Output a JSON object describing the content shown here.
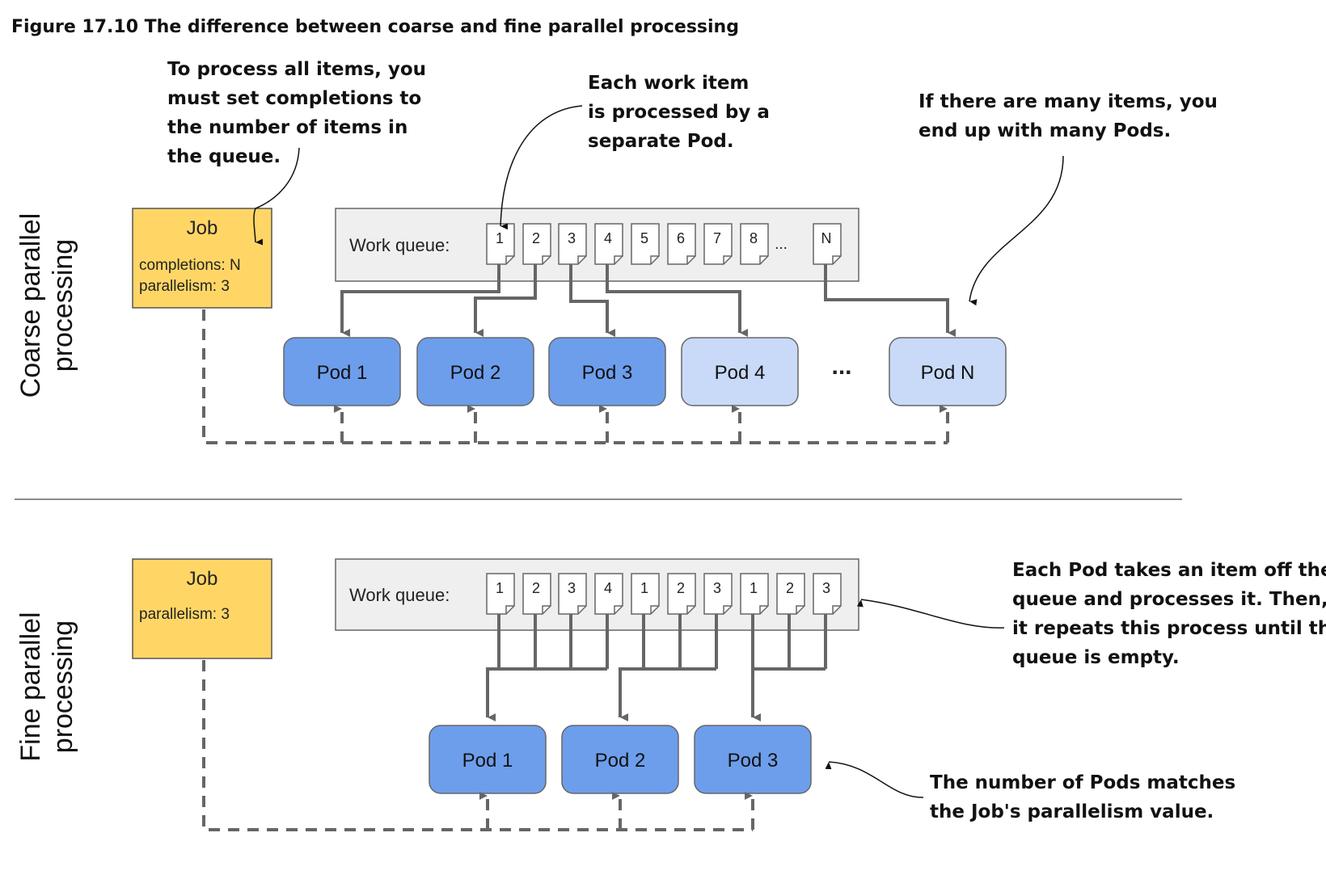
{
  "figure_caption": "Figure 17.10 The difference between coarse and fine parallel processing",
  "colors": {
    "job_fill": "#FFD666",
    "job_stroke": "#555555",
    "pod_active": "#6D9EEB",
    "pod_idle": "#C9DAF8",
    "queue_fill": "#EFEFEF",
    "connector": "#666666"
  },
  "coarse": {
    "side_label_line1": "Coarse parallel",
    "side_label_line2": "processing",
    "job": {
      "title": "Job",
      "line1": "completions: N",
      "line2": "parallelism: 3"
    },
    "work_queue_label": "Work queue:",
    "items": [
      "1",
      "2",
      "3",
      "4",
      "5",
      "6",
      "7",
      "8",
      "N"
    ],
    "items_ellipsis": "...",
    "pods": [
      {
        "label": "Pod 1",
        "state": "active"
      },
      {
        "label": "Pod 2",
        "state": "active"
      },
      {
        "label": "Pod 3",
        "state": "active"
      },
      {
        "label": "Pod 4",
        "state": "idle"
      },
      {
        "label": "Pod N",
        "state": "idle"
      }
    ],
    "pods_ellipsis": "...",
    "notes": {
      "completions": [
        "To process all items, you",
        "must set completions to",
        "the number of items in",
        "the queue."
      ],
      "each_item": [
        "Each work item",
        "is processed by a",
        "separate Pod."
      ],
      "many_items": [
        "If there are many items, you",
        "end up with many Pods."
      ]
    }
  },
  "fine": {
    "side_label_line1": "Fine parallel",
    "side_label_line2": "processing",
    "job": {
      "title": "Job",
      "line1": "parallelism: 3"
    },
    "work_queue_label": "Work queue:",
    "items": [
      "1",
      "2",
      "3",
      "4",
      "1",
      "2",
      "3",
      "1",
      "2",
      "3"
    ],
    "pods": [
      {
        "label": "Pod 1",
        "state": "active"
      },
      {
        "label": "Pod 2",
        "state": "active"
      },
      {
        "label": "Pod 3",
        "state": "active"
      }
    ],
    "notes": {
      "takes_item": [
        "Each Pod takes an item off the",
        "queue and processes it. Then,",
        "it repeats this process until the",
        "queue is empty."
      ],
      "pods_match": [
        "The number of Pods matches",
        "the Job's parallelism value."
      ]
    }
  }
}
